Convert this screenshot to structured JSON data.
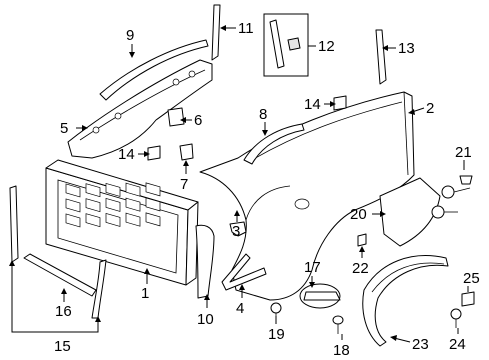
{
  "callouts": [
    {
      "id": "1",
      "label": "1"
    },
    {
      "id": "2",
      "label": "2"
    },
    {
      "id": "3",
      "label": "3"
    },
    {
      "id": "4",
      "label": "4"
    },
    {
      "id": "5",
      "label": "5"
    },
    {
      "id": "6",
      "label": "6"
    },
    {
      "id": "7",
      "label": "7"
    },
    {
      "id": "8",
      "label": "8"
    },
    {
      "id": "9",
      "label": "9"
    },
    {
      "id": "10",
      "label": "10"
    },
    {
      "id": "11",
      "label": "11"
    },
    {
      "id": "12",
      "label": "12"
    },
    {
      "id": "13",
      "label": "13"
    },
    {
      "id": "14a",
      "label": "14"
    },
    {
      "id": "14b",
      "label": "14"
    },
    {
      "id": "15",
      "label": "15"
    },
    {
      "id": "16",
      "label": "16"
    },
    {
      "id": "17",
      "label": "17"
    },
    {
      "id": "18",
      "label": "18"
    },
    {
      "id": "19",
      "label": "19"
    },
    {
      "id": "20",
      "label": "20"
    },
    {
      "id": "21",
      "label": "21"
    },
    {
      "id": "22",
      "label": "22"
    },
    {
      "id": "23",
      "label": "23"
    },
    {
      "id": "24",
      "label": "24"
    },
    {
      "id": "25",
      "label": "25"
    }
  ]
}
